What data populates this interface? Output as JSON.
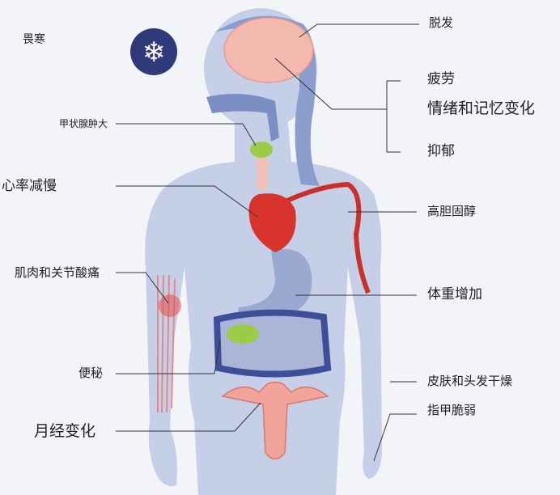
{
  "title": "",
  "colors": {
    "background": "#f3f4f8",
    "body": "#c6cfe8",
    "body_dark": "#9fb0d8",
    "hair": "#7f93c8",
    "brain": "#f4b9ae",
    "heart": "#d9342b",
    "thyroid": "#9ccc45",
    "intestine": "#3e4f99",
    "uterus": "#f2a39a",
    "cold_badge": "#2e3a7a"
  },
  "icons": [
    "snowflake-icon"
  ],
  "labels_left": {
    "cold": "畏寒",
    "goiter": "甲状腺肿大",
    "slow_heart_rate": "心率减慢",
    "muscle_joint_pain": "肌肉和关节酸痛",
    "constipation": "便秘",
    "menstrual_changes": "月经变化"
  },
  "labels_right": {
    "hair_loss": "脱发",
    "fatigue": "疲劳",
    "mood_memory_changes": "情绪和记忆变化",
    "depression": "抑郁",
    "high_cholesterol": "高胆固醇",
    "weight_gain": "体重增加",
    "dry_skin_hair": "皮肤和头发干燥",
    "brittle_nails": "指甲脆弱"
  }
}
